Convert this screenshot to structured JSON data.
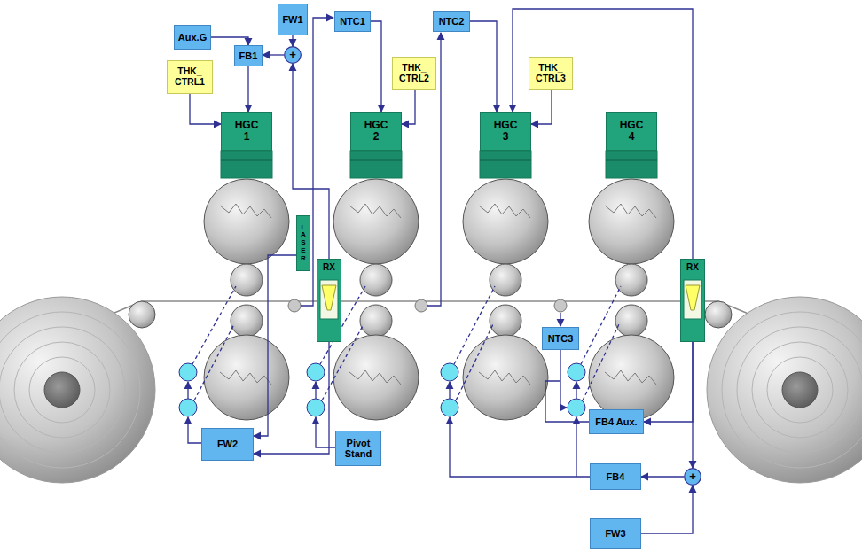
{
  "diagram": {
    "nodes": [
      {
        "text": [
          "Aux.G"
        ]
      },
      {
        "text": [
          "FW1"
        ]
      },
      {
        "text": [
          "NTC1"
        ]
      },
      {
        "text": [
          "NTC2"
        ]
      },
      {
        "text": [
          "THK_ CTRL1"
        ]
      },
      {
        "text": [
          "FB1"
        ]
      },
      {
        "text": [
          "+"
        ]
      },
      {
        "text": [
          "THK_ CTRL2"
        ]
      },
      {
        "text": [
          "THK_ CTRL3"
        ]
      },
      {
        "text": [
          "HGC 1"
        ]
      },
      {
        "text": [
          "HGC 2"
        ]
      },
      {
        "text": [
          "HGC 3"
        ]
      },
      {
        "text": [
          "HGC 4"
        ]
      },
      {
        "text": [
          "LASER"
        ]
      },
      {
        "text": [
          "RX"
        ]
      },
      {
        "text": [
          "RX"
        ]
      },
      {
        "text": [
          "NTC3"
        ]
      },
      {
        "text": [
          "FB4 Aux."
        ]
      },
      {
        "text": [
          "FW2"
        ]
      },
      {
        "text": [
          "Pivot Stand"
        ]
      },
      {
        "text": [
          "FB4"
        ]
      },
      {
        "text": [
          "+"
        ]
      },
      {
        "text": [
          "FW3"
        ]
      }
    ],
    "edges": [
      {
        "from": 0,
        "to": 5,
        "arrow": "to"
      },
      {
        "from": 1,
        "to": 6,
        "arrow": "to"
      },
      {
        "from": 6,
        "to": 5,
        "arrow": "to"
      },
      {
        "from": 5,
        "to": 9,
        "arrow": "to"
      },
      {
        "from": 4,
        "to": 9,
        "arrow": "to"
      },
      {
        "from": 2,
        "to": 10,
        "arrow": "to"
      },
      {
        "from": 7,
        "to": 10,
        "arrow": "to"
      },
      {
        "from": 3,
        "to": 11,
        "arrow": "to"
      },
      {
        "from": 8,
        "to": 11,
        "arrow": "to"
      },
      {
        "from": 15,
        "to": 11,
        "arrow": "to"
      },
      {
        "from": 14,
        "to": 6,
        "arrow": "to"
      },
      {
        "from": 13,
        "to": 18,
        "arrow": "to"
      },
      {
        "from": 14,
        "to": 18,
        "arrow": "to"
      },
      {
        "from": 15,
        "to": 17,
        "arrow": "to"
      },
      {
        "from": 15,
        "to": 21,
        "arrow": "to"
      },
      {
        "from": 21,
        "to": 20,
        "arrow": "to"
      },
      {
        "from": 22,
        "to": 21,
        "arrow": "to"
      }
    ]
  }
}
